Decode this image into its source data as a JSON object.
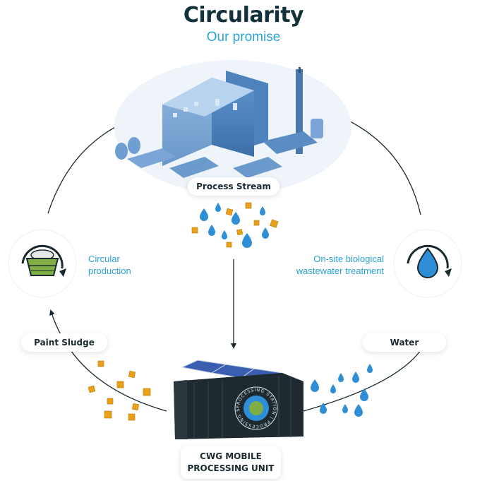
{
  "header": {
    "title": "Circularity",
    "subtitle": "Our promise"
  },
  "labels": {
    "process_stream": "Process Stream",
    "paint_sludge": "Paint Sludge",
    "water": "Water",
    "mobile_unit": "CWG MOBILE\nPROCESSING UNIT",
    "circular_production": "Circular\nproduction",
    "onsite_treatment": "On-site biological\nwastewater treatment",
    "container_emblem_text": "PROCESSING STATION | PROCESSING STATION"
  },
  "icons": {
    "left": "paint-sludge-bucket-icon",
    "right": "water-drop-icon",
    "top": "factory-illustration",
    "bottom": "mobile-container-illustration"
  },
  "colors": {
    "title": "#13313a",
    "accent_blue": "#2aa3d3",
    "drop_blue": "#2e8ed6",
    "sludge_orange": "#e9a11a",
    "arrow": "#1a2a30",
    "bucket_green": "#7fae45"
  }
}
